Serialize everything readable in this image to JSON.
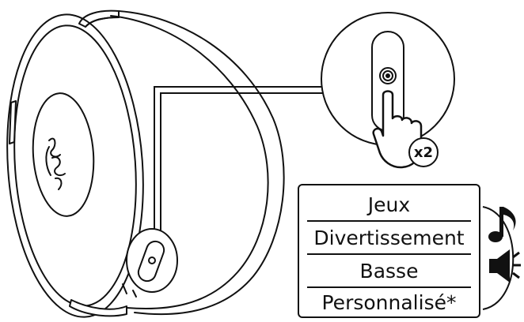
{
  "diagram": {
    "press_count_label": "x2",
    "menu_items": [
      {
        "label": "Jeux"
      },
      {
        "label": "Divertissement"
      },
      {
        "label": "Basse"
      },
      {
        "label": "Personnalisé*"
      }
    ],
    "icons": [
      "razer-logo-icon",
      "music-note-icon",
      "speaker-icon",
      "hand-press-icon",
      "button-icon"
    ]
  }
}
